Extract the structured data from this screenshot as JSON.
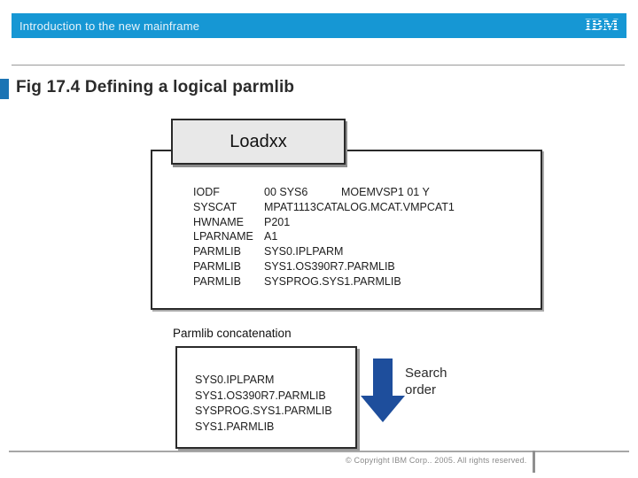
{
  "header": {
    "course_title": "Introduction to the new mainframe",
    "logo": "IBM"
  },
  "title": "Fig 17.4 Defining a logical parmlib",
  "loadxx": {
    "label": "Loadxx"
  },
  "loadxx_members": {
    "rows": [
      {
        "c1": "IODF",
        "c2": "00 SYS6",
        "c3": "MOEMVSP1 01 Y"
      },
      {
        "c1": "SYSCAT",
        "c2": "MPAT1113CATALOG.MCAT.VMPCAT1",
        "c3": ""
      },
      {
        "c1": "HWNAME",
        "c2": "P201",
        "c3": ""
      },
      {
        "c1": "LPARNAME",
        "c2": "A1",
        "c3": ""
      },
      {
        "c1": "PARMLIB",
        "c2": "SYS0.IPLPARM",
        "c3": ""
      },
      {
        "c1": "PARMLIB",
        "c2": "SYS1.OS390R7.PARMLIB",
        "c3": ""
      },
      {
        "c1": "PARMLIB",
        "c2": "SYSPROG.SYS1.PARMLIB",
        "c3": ""
      }
    ]
  },
  "concatenation": {
    "label": "Parmlib concatenation",
    "lines": [
      "SYS0.IPLPARM",
      "SYS1.OS390R7.PARMLIB",
      "SYSPROG.SYS1.PARMLIB",
      "SYS1.PARMLIB"
    ]
  },
  "search_order_label": "Search order",
  "footer": {
    "copyright": "© Copyright IBM Corp.. 2005. All rights reserved."
  },
  "colors": {
    "header_bar": "#1697d4",
    "accent_bar": "#1b74b4",
    "arrow": "#1e4e9c",
    "loadxx_fill": "#e8e8e8"
  }
}
